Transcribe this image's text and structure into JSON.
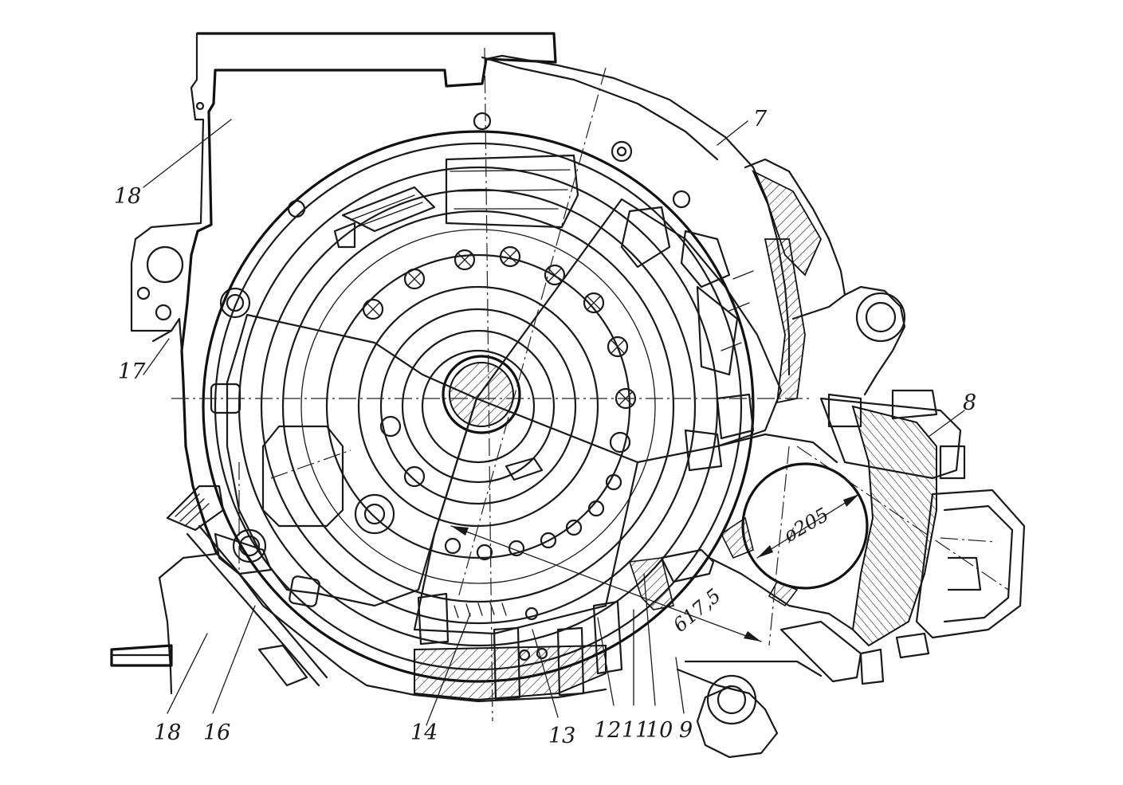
{
  "labels": {
    "l7": "7",
    "l8": "8",
    "l9": "9",
    "l10": "10",
    "l11": "11",
    "l12": "12",
    "l13": "13",
    "l14": "14",
    "l16": "16",
    "l17": "17",
    "l18": "18",
    "l18b": "18"
  },
  "dimensions": {
    "diameter": "ø205",
    "radius": "617,5"
  }
}
